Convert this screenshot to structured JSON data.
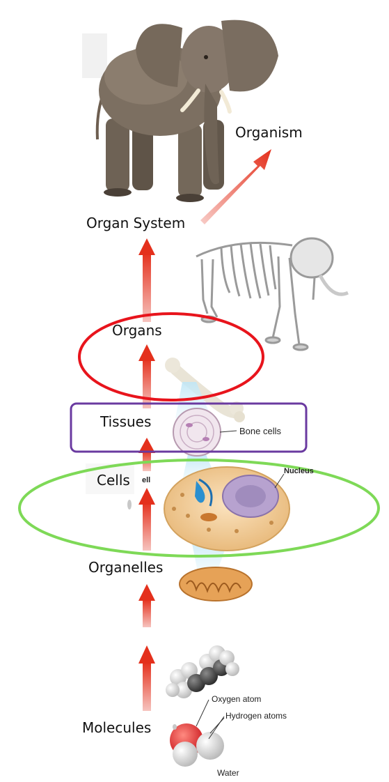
{
  "levels": {
    "organism": "Organism",
    "organ_system": "Organ System",
    "organs": "Organs",
    "tissues": "Tissues",
    "cells": "Cells",
    "organelles": "Organelles",
    "molecules": "Molecules"
  },
  "illustration_labels": {
    "bone_cells": "Bone cells",
    "nucleus": "Nucleus",
    "cell_fragment": "ell",
    "oxygen_atom": "Oxygen atom",
    "hydrogen_atoms": "Hydrogen atoms",
    "water": "Water"
  },
  "highlight_colors": {
    "organs_oval": "#e8141c",
    "tissues_box": "#6a3aa0",
    "cells_oval": "#7ed957",
    "arrow": "#e8321e"
  }
}
